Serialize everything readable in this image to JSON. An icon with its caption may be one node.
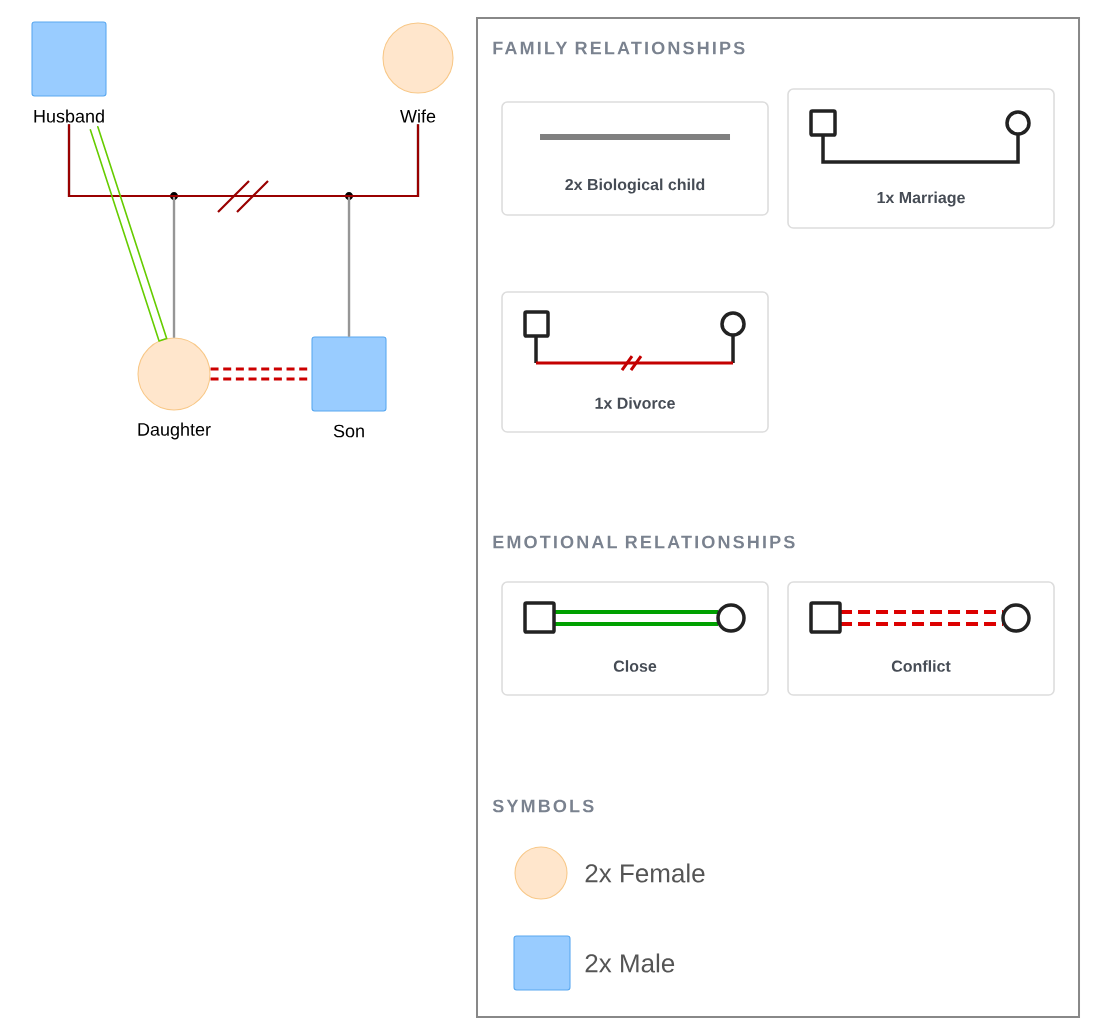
{
  "diagram": {
    "nodes": [
      {
        "text": [
          "Husband"
        ]
      },
      {
        "text": [
          "Wife"
        ]
      },
      {
        "text": [
          "Daughter"
        ]
      },
      {
        "text": [
          "Son"
        ]
      },
      {
        "text": [
          "2x Biological child"
        ]
      },
      {
        "text": [
          "1x Marriage"
        ]
      },
      {
        "text": [
          "1x Divorce"
        ]
      },
      {
        "text": [
          "Close"
        ]
      },
      {
        "text": [
          "Conflict"
        ]
      }
    ],
    "edges": [
      {
        "from": 0,
        "to": 1,
        "arrow": "none",
        "color": "#990000"
      },
      {
        "from": 0,
        "to": 2,
        "arrow": "none"
      },
      {
        "from": 1,
        "to": 2,
        "arrow": "none"
      },
      {
        "from": 0,
        "to": 3,
        "arrow": "none"
      },
      {
        "from": 1,
        "to": 3,
        "arrow": "none"
      },
      {
        "from": 0,
        "to": 2,
        "arrow": "none",
        "color": "#66cc00"
      },
      {
        "from": 2,
        "to": 3,
        "arrow": "none",
        "style": "dashed",
        "color": "#cc0000"
      }
    ],
    "labels": [
      "FAMILY RELATIONSHIPS",
      "EMOTIONAL RELATIONSHIPS",
      "SYMBOLS"
    ],
    "legend": [
      {
        "text": "2x Female",
        "color": "#ffe6cc"
      },
      {
        "text": "2x Male",
        "color": "#99ccff"
      }
    ]
  }
}
